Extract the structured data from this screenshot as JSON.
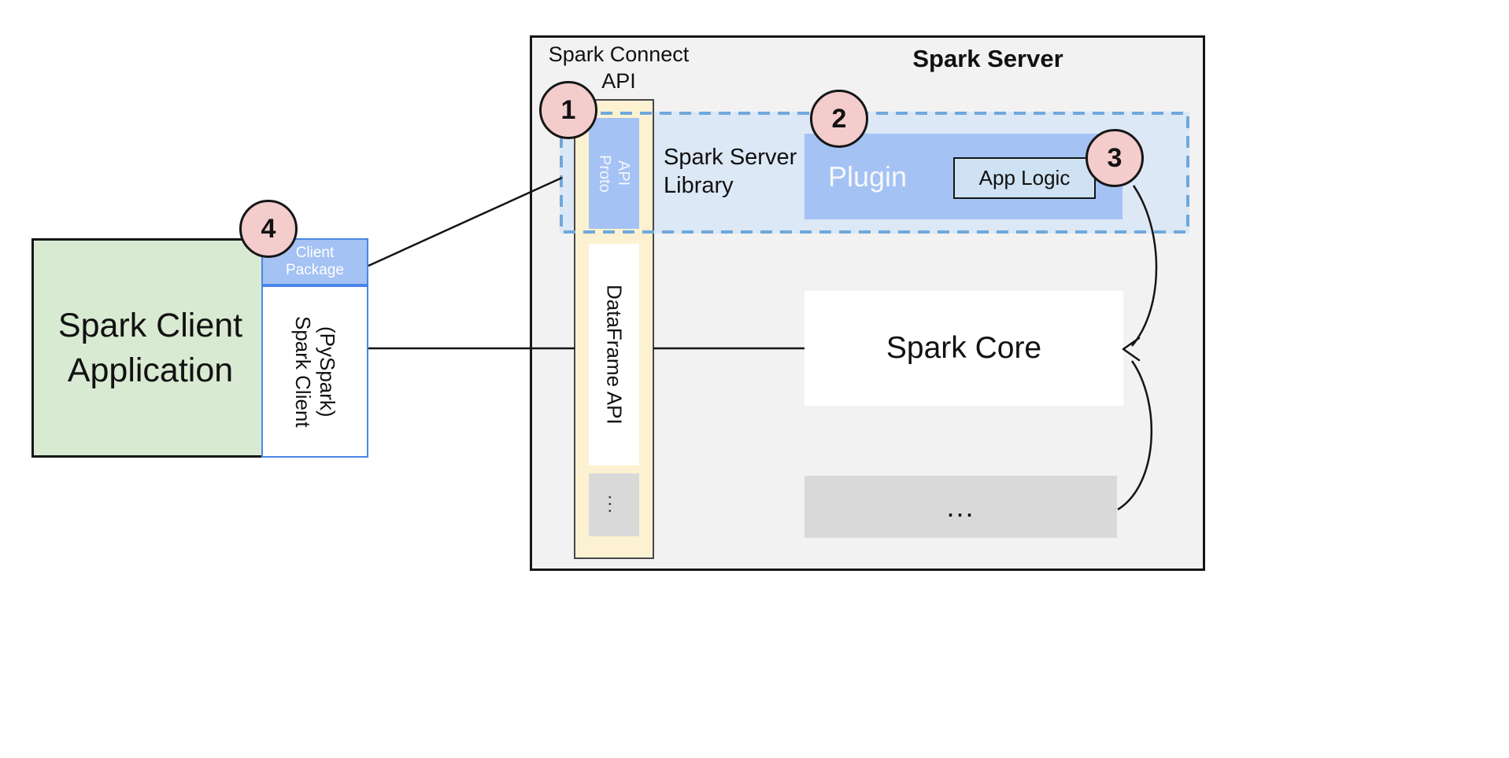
{
  "colors": {
    "server_bg": "#f2f2f2",
    "client_green": "#d9ead3",
    "accent_blue": "#a4c2f4",
    "light_blue": "#cfe2f3",
    "library_fill": "#dce8f5",
    "dashed_border": "#6fa8dc",
    "column_yellow": "#fcf2d1",
    "gray_box": "#d9d9d9",
    "marker_pink": "#f4cccc",
    "client_border_blue": "#4a86e8"
  },
  "server": {
    "title": "Spark Server",
    "connect_api_label": "Spark Connect\nAPI",
    "proto_api": "Proto\nAPI",
    "dataframe_api": "DataFrame API",
    "column_ellipsis": "...",
    "library_label": "Spark Server\nLibrary",
    "plugin_label": "Plugin",
    "app_logic_label": "App Logic",
    "spark_core_label": "Spark Core",
    "server_ellipsis": "..."
  },
  "client": {
    "app_label": "Spark Client\nApplication",
    "package_label": "Client\nPackage",
    "client_label": "Spark Client\n(PySpark)"
  },
  "markers": {
    "m1": "1",
    "m2": "2",
    "m3": "3",
    "m4": "4"
  }
}
